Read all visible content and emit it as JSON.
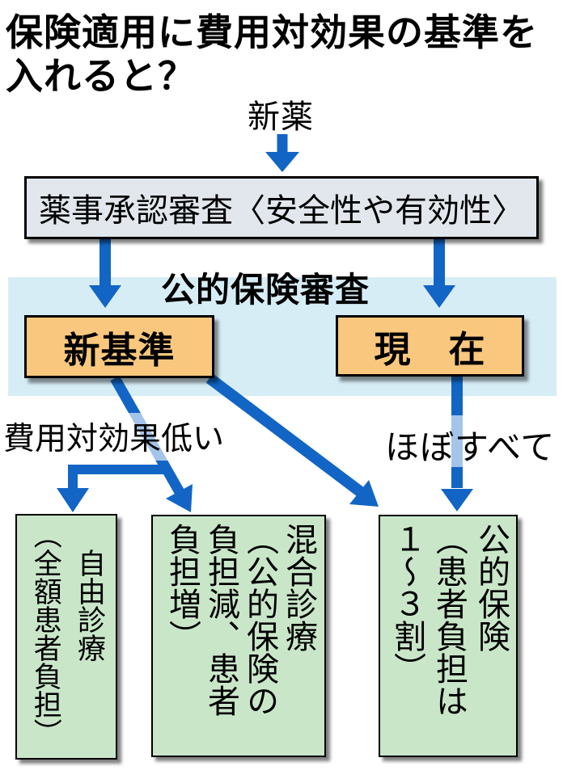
{
  "title": "保険適用に費用対効果の基準を\n入れると？",
  "flow": {
    "source_label": "新薬",
    "approval_box": "薬事承認審査〈安全性や有効性〉",
    "band_heading": "公的保険審査",
    "new_criteria_box": "新基準",
    "current_box": "現　在",
    "new_branch_label": "費用対効果低い",
    "current_branch_label": "ほぼすべて",
    "outcome_free": "　自由診療\n（全額患者負担）",
    "outcome_mixed": "混合診療\n（公的保険の\n負担減、患者\n負担増）",
    "outcome_public": "公的保険\n（患者負担は\n１〜３割）"
  },
  "colors": {
    "arrow_blue": "#1265c5",
    "arrow_faded": "#b0cee8",
    "band_background": "#d7edf6",
    "approval_box_fill": "#e1e7ec",
    "criteria_box_fill": "#f9c87e",
    "outcome_box_fill": "#c9e6c9",
    "border_black": "#000000"
  }
}
